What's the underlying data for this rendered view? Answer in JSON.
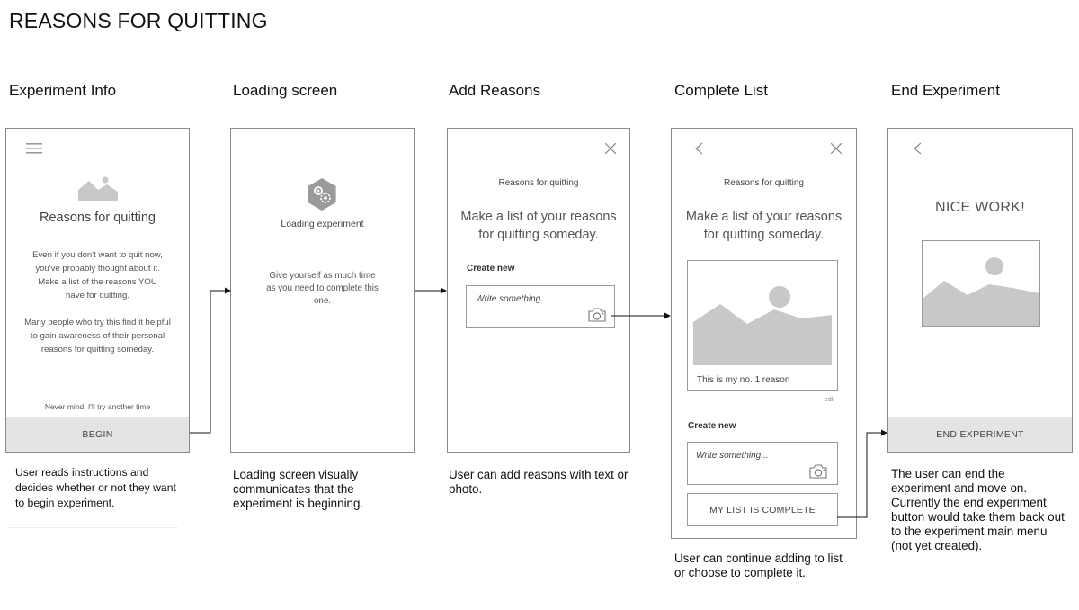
{
  "title": "REASONS FOR QUITTING",
  "columns": [
    {
      "title": "Experiment Info",
      "caption": "User reads instructions and decides whether or not they want to begin experiment."
    },
    {
      "title": "Loading screen",
      "caption": "Loading screen visually communicates that the experiment is beginning."
    },
    {
      "title": "Add Reasons",
      "caption": "User can add reasons with text or photo."
    },
    {
      "title": "Complete List",
      "caption": "User can continue adding to list or choose to complete it."
    },
    {
      "title": "End Experiment",
      "caption": "The user can end the experiment and move on. Currently the end experiment button would take them back out to the experiment main menu (not yet created)."
    }
  ],
  "screen1": {
    "heading": "Reasons for quitting",
    "body1": "Even if you don't want to quit now, you've probably thought about it. Make a list of the reasons YOU have for quitting.",
    "body2": "Many people who try this find it helpful to gain awareness of their personal reasons for quitting someday.",
    "dismiss": "Never mind, I'll try another time",
    "button": "BEGIN"
  },
  "screen2": {
    "heading": "Loading experiment",
    "body": "Give yourself as much time as you need to complete this one."
  },
  "screen3": {
    "small_title": "Reasons for quitting",
    "prompt": "Make a list of your reasons for quitting someday.",
    "create_label": "Create new",
    "placeholder": "Write something..."
  },
  "screen4": {
    "small_title": "Reasons for quitting",
    "prompt": "Make a list of your reasons for quitting someday.",
    "card_caption": "This is my no. 1 reason",
    "edit": "edit",
    "create_label": "Create new",
    "placeholder": "Write something...",
    "button": "MY LIST IS COMPLETE"
  },
  "screen5": {
    "heading": "NICE WORK!",
    "button": "END EXPERIMENT"
  },
  "icons": [
    "menu-icon",
    "image-icon",
    "gear-icon",
    "close-icon",
    "back-icon",
    "camera-icon"
  ],
  "colors": {
    "frame": "#8a8a8a",
    "image_fill": "#c8c8c8",
    "button_bar": "#e4e4e4",
    "arrow": "#111111"
  }
}
